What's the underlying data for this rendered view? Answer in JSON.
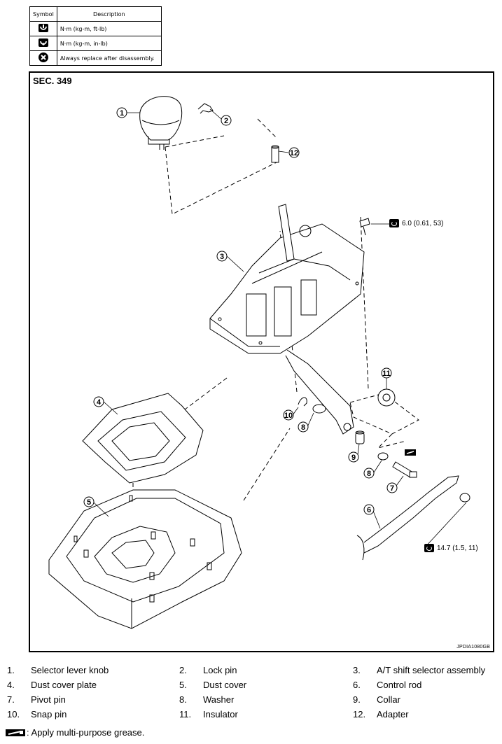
{
  "symbol_table": {
    "header": {
      "symbol": "Symbol",
      "description": "Description"
    },
    "rows": [
      {
        "icon": "torque-wrench-ftlb-icon",
        "description": "N·m (kg-m, ft-lb)"
      },
      {
        "icon": "torque-wrench-inlb-icon",
        "description": "N·m (kg-m, in-lb)"
      },
      {
        "icon": "replace-after-disassembly-icon",
        "description": "Always replace after disassembly."
      }
    ]
  },
  "diagram": {
    "section": "SEC. 349",
    "code": "JPDIA1080GB",
    "callouts": [
      "1",
      "2",
      "3",
      "4",
      "5",
      "6",
      "7",
      "8",
      "8",
      "9",
      "10",
      "11",
      "12"
    ],
    "torques": [
      {
        "icon": "torque-wrench-ftlb-icon",
        "value": "6.0 (0.61, 53)"
      },
      {
        "icon": "torque-wrench-ftlb-icon",
        "value": "14.7 (1.5, 11)"
      }
    ]
  },
  "parts": [
    {
      "num": "1.",
      "name": "Selector lever knob"
    },
    {
      "num": "2.",
      "name": "Lock pin"
    },
    {
      "num": "3.",
      "name": "A/T shift selector assembly"
    },
    {
      "num": "4.",
      "name": "Dust cover plate"
    },
    {
      "num": "5.",
      "name": "Dust cover"
    },
    {
      "num": "6.",
      "name": "Control rod"
    },
    {
      "num": "7.",
      "name": "Pivot pin"
    },
    {
      "num": "8.",
      "name": "Washer"
    },
    {
      "num": "9.",
      "name": "Collar"
    },
    {
      "num": "10.",
      "name": "Snap pin"
    },
    {
      "num": "11.",
      "name": "Insulator"
    },
    {
      "num": "12.",
      "name": "Adapter"
    }
  ],
  "note": {
    "icon": "grease-icon",
    "text": ": Apply multi-purpose grease."
  }
}
